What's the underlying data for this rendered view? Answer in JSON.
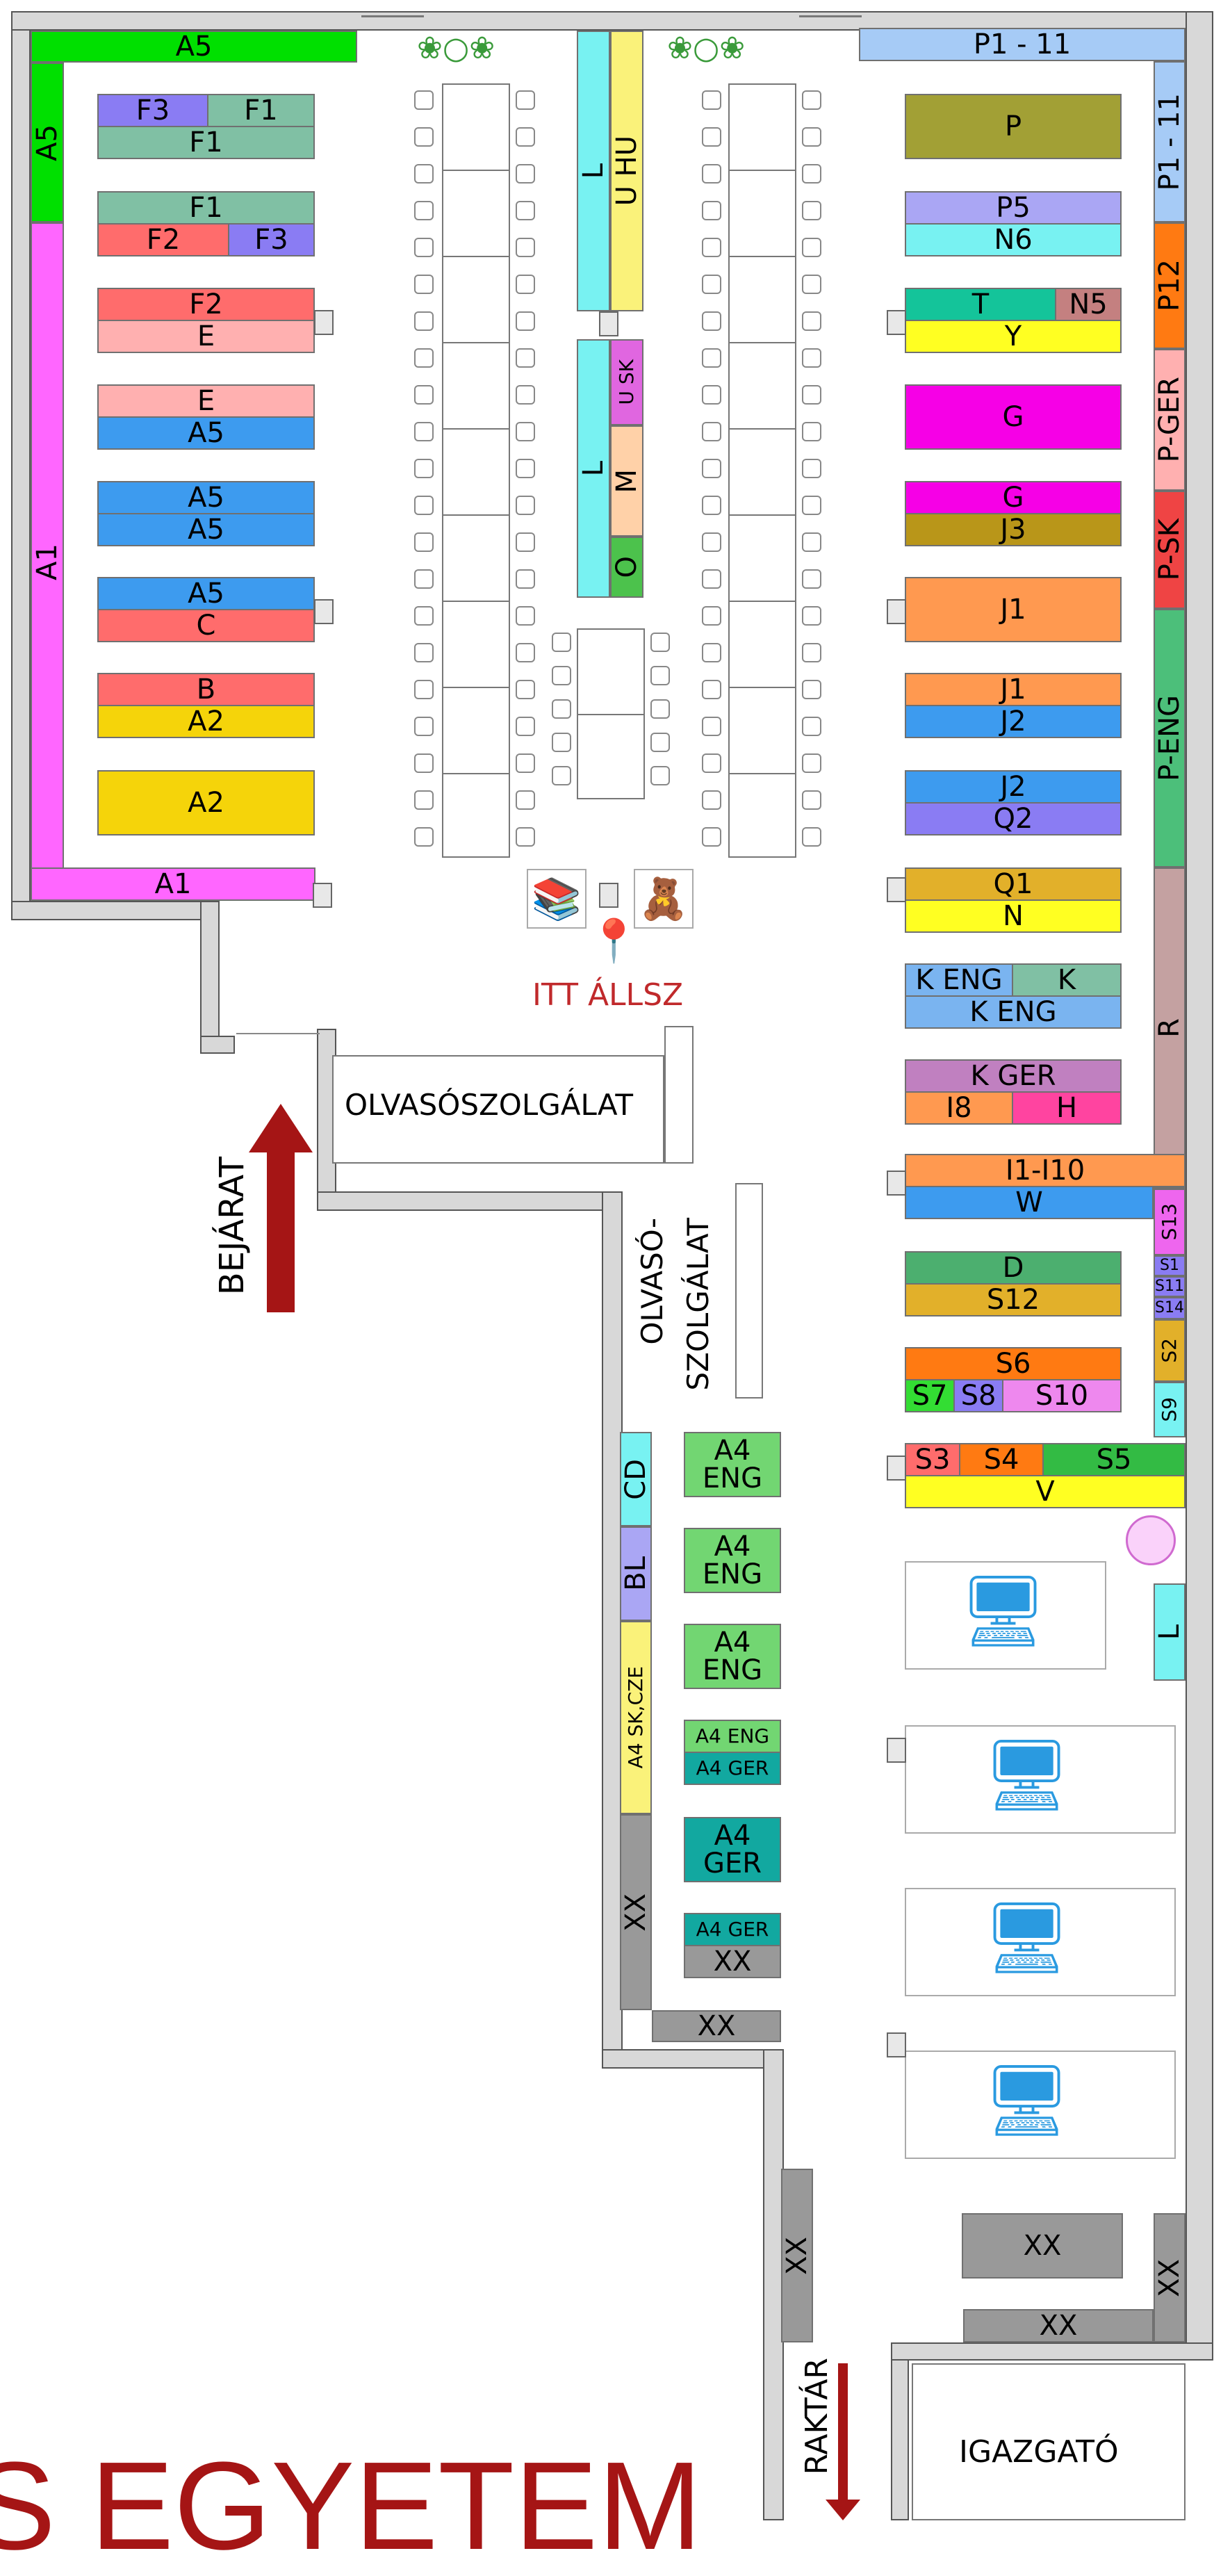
{
  "colors": {
    "green": "#00e000",
    "magenta": "#ff66ff",
    "lightblue": "#a6cbf6",
    "blue": "#3d9bef",
    "red": "#ff6c6c",
    "pink": "#ffb0b0",
    "yellow": "#f5d40a",
    "teal": "#80c0a4",
    "purple": "#8a7cf3",
    "cyan": "#78f2f2",
    "olive": "#a2a035",
    "gold": "#b99619",
    "orange": "#ff9950",
    "mag2": "#f600e6",
    "brown": "#c4a1a1",
    "gray": "#999999"
  },
  "labels": {
    "a5_top": "A5",
    "a5_side": "A5",
    "a1_side": "A1",
    "a1_bottom": "A1",
    "p1_11": "P1 - 11",
    "p1_11_side": "P1 - 11",
    "p12": "P12",
    "p_ger": "P-GER",
    "p_sk": "P-SK",
    "p_eng": "P-ENG",
    "r": "R",
    "s13": "S13",
    "s1": "S1",
    "s11": "S11",
    "s14": "S14",
    "s2": "S2",
    "s9": "S9",
    "l_side": "L",
    "f3a": "F3",
    "f1a": "F1",
    "f1b": "F1",
    "f1c": "F1",
    "f2a": "F2",
    "f3b": "F3",
    "f2b": "F2",
    "e1": "E",
    "e2": "E",
    "a5a": "A5",
    "a5b": "A5",
    "a5c": "A5",
    "a5d": "A5",
    "c": "C",
    "b": "B",
    "a2a": "A2",
    "a2b": "A2",
    "p": "P",
    "p5": "P5",
    "n6": "N6",
    "t": "T",
    "n5": "N5",
    "y": "Y",
    "g1": "G",
    "g2": "G",
    "j3": "J3",
    "j1a": "J1",
    "j1b": "J1",
    "j2a": "J2",
    "j2b": "J2",
    "q2": "Q2",
    "q1": "Q1",
    "n": "N",
    "k_eng1": "K ENG",
    "k": "K",
    "k_eng2": "K ENG",
    "k_ger": "K GER",
    "i8": "I8",
    "h": "H",
    "i1_i10": "I1-I10",
    "w": "W",
    "d": "D",
    "s12": "S12",
    "s6": "S6",
    "s7": "S7",
    "s8": "S8",
    "s10": "S10",
    "s3": "S3",
    "s4": "S4",
    "s5": "S5",
    "v": "V",
    "l_mid1": "L",
    "u_hu": "U HU",
    "l_mid2": "L",
    "u_sk": "U SK",
    "m": "M",
    "o": "O",
    "cd": "CD",
    "bl": "BL",
    "a4_sk_cze": "A4 SK,CZE",
    "xx_v1": "XX",
    "xx_h1": "XX",
    "a4_eng1": "A4 ENG",
    "a4_eng2": "A4 ENG",
    "a4_eng3": "A4 ENG",
    "a4_eng4": "A4 ENG",
    "a4_ger1": "A4 GER",
    "a4_ger2": "A4 GER",
    "a4_ger3": "A4 GER",
    "xx_mid": "XX",
    "xx_v2": "XX",
    "xx_box": "XX",
    "xx_bottom": "XX",
    "xx_v3": "XX"
  },
  "text": {
    "itt_allsz": "ITT ÁLLSZ",
    "olvaso_1": "OLVASÓSZOLGÁLAT",
    "olvaso_2": "OLVASÓ-",
    "olvaso_3": "SZOLGÁLAT",
    "bejarat": "BEJÁRAT",
    "raktar": "RAKTÁR",
    "igazgato": "IGAZGATÓ",
    "egyetem": "S EGYETEM"
  }
}
